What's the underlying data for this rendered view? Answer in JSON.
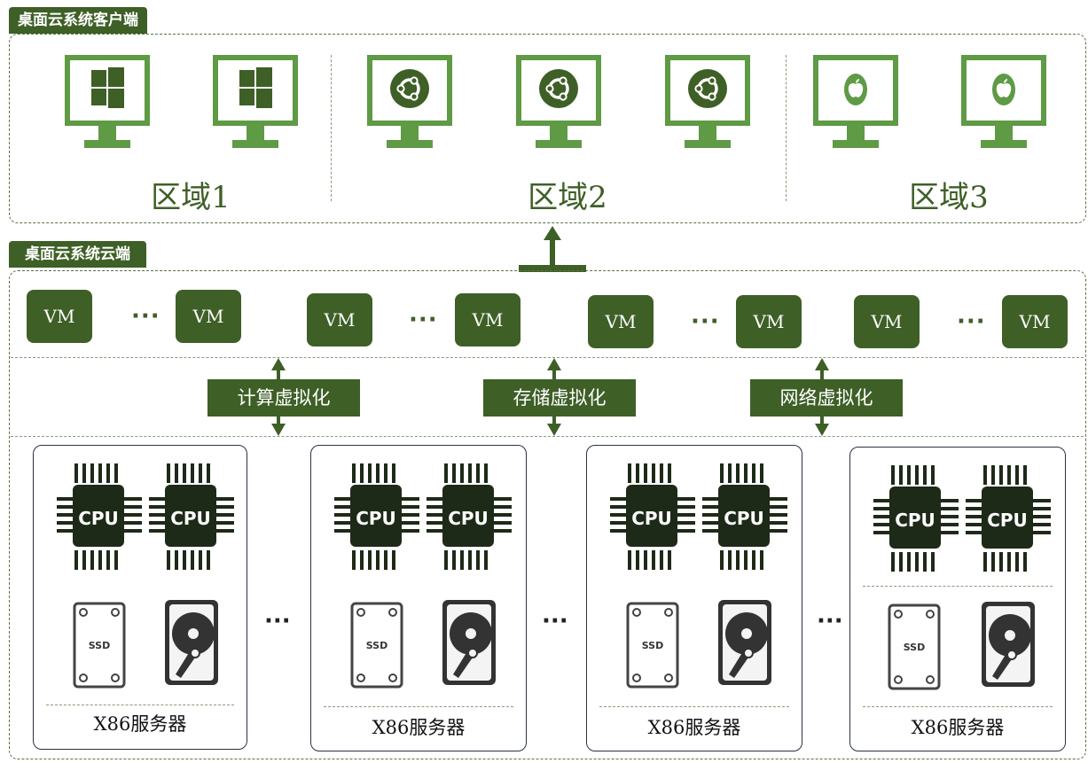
{
  "client": {
    "tab": "桌面云系统客户端",
    "regions": [
      "区域1",
      "区域2",
      "区域3"
    ]
  },
  "cloud": {
    "tab": "桌面云系统云端",
    "vm_label": "VM",
    "dots": "···",
    "virtualization": [
      "计算虚拟化",
      "存储虚拟化",
      "网络虚拟化"
    ]
  },
  "servers": {
    "label": "X86服务器",
    "cpu_label": "CPU",
    "ssd_label": "SSD",
    "dots": "···"
  },
  "colors": {
    "accent": "#3e5f26",
    "monitor": "#5f9a45",
    "chip_dark": "#1e2a18"
  },
  "icons": {
    "region1_os": "windows-icon",
    "region2_os": "ubuntu-icon",
    "region3_os": "apple-icon"
  }
}
